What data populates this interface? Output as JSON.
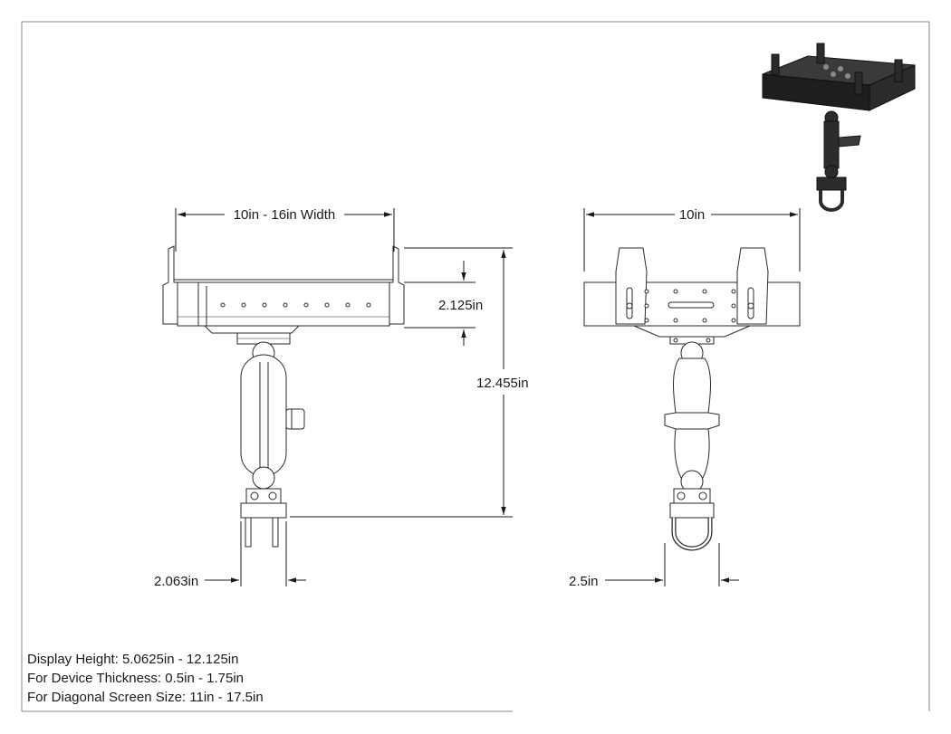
{
  "dimensions": {
    "front_width": "10in - 16in Width",
    "side_width": "10in",
    "tray_depth": "2.125in",
    "overall_height": "12.455in",
    "front_base": "2.063in",
    "side_base": "2.5in"
  },
  "specs": {
    "display_height": "Display Height: 5.0625in - 12.125in",
    "device_thickness": "For Device Thickness: 0.5in - 1.75in",
    "screen_size": "For Diagonal Screen Size: 11in - 17.5in"
  }
}
